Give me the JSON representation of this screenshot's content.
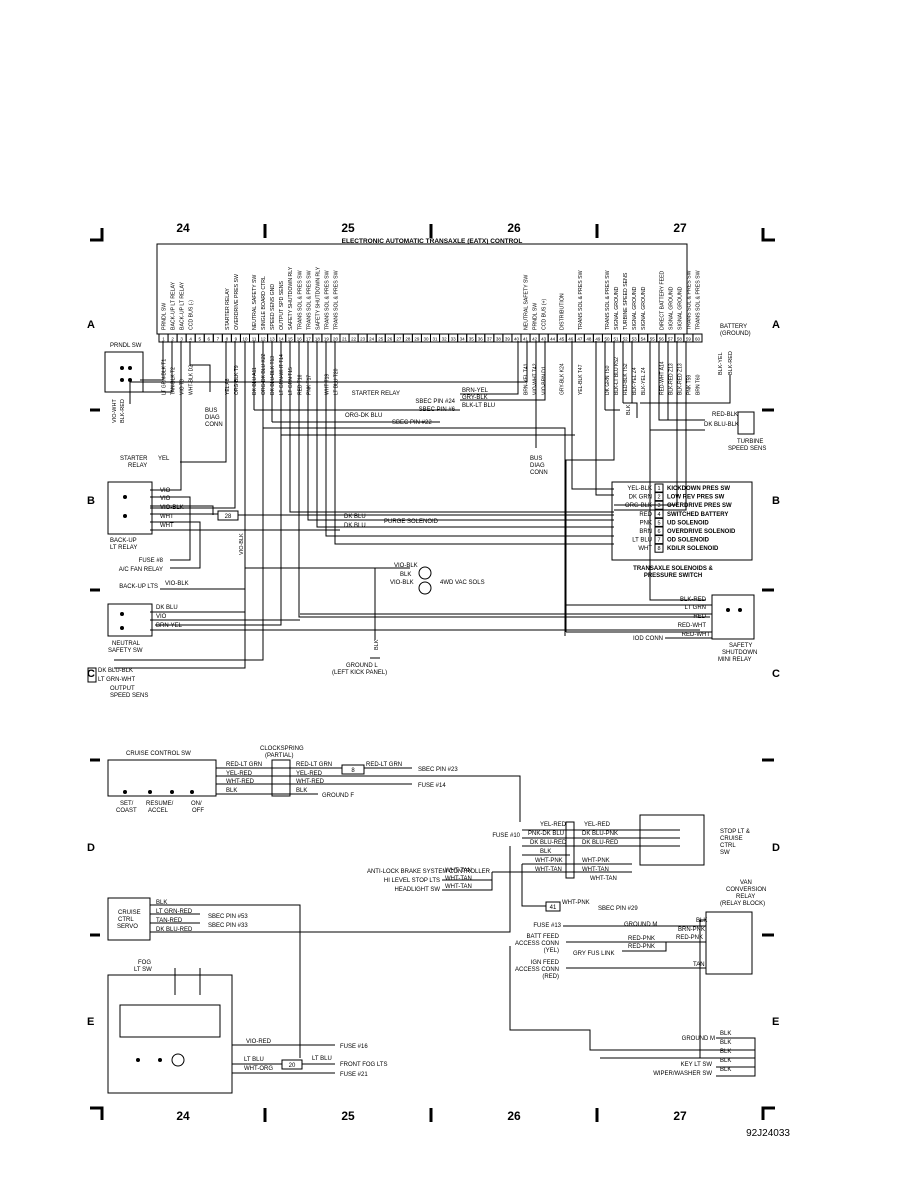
{
  "sheet": {
    "columns": [
      "24",
      "25",
      "26",
      "27"
    ],
    "rows": [
      "A",
      "B",
      "C",
      "D",
      "E"
    ],
    "figure_id": "92J24033"
  },
  "eatx": {
    "title": "ELECTRONIC AUTOMATIC TRANSAXLE (EATX) CONTROL",
    "pins": [
      "1",
      "2",
      "3",
      "4",
      "5",
      "6",
      "7",
      "8",
      "9",
      "10",
      "11",
      "12",
      "13",
      "14",
      "15",
      "16",
      "17",
      "18",
      "19",
      "20",
      "21",
      "22",
      "23",
      "24",
      "25",
      "26",
      "27",
      "28",
      "29",
      "30",
      "31",
      "32",
      "33",
      "34",
      "35",
      "36",
      "37",
      "38",
      "39",
      "40",
      "41",
      "42",
      "43",
      "44",
      "45",
      "46",
      "47",
      "48",
      "49",
      "50",
      "51",
      "52",
      "53",
      "54",
      "55",
      "56",
      "57",
      "58",
      "59",
      "60"
    ],
    "pin_labels": [
      {
        "pin": 1,
        "text": "PRNDL SW"
      },
      {
        "pin": 2,
        "text": "BACK-UP LT RELAY"
      },
      {
        "pin": 3,
        "text": "BACK-UP LT RELAY"
      },
      {
        "pin": 4,
        "text": "CCD BUS (-)"
      },
      {
        "pin": 8,
        "text": "STARTER RELAY"
      },
      {
        "pin": 9,
        "text": "OVERDRIVE PRES SW"
      },
      {
        "pin": 11,
        "text": "NEUTRAL SAFETY SW"
      },
      {
        "pin": 12,
        "text": "SINGLE BOARD CTRL"
      },
      {
        "pin": 13,
        "text": "SPEED SENS GND"
      },
      {
        "pin": 14,
        "text": "OUTPUT SPD SENS"
      },
      {
        "pin": 15,
        "text": "SAFETY SHUTDOWN RLY"
      },
      {
        "pin": 16,
        "text": "TRANS SOL & PRES SW"
      },
      {
        "pin": 17,
        "text": "TRANS SOL & PRES SW"
      },
      {
        "pin": 18,
        "text": "SAFETY SHUTDOWN RLY"
      },
      {
        "pin": 19,
        "text": "TRANS SOL & PRES SW"
      },
      {
        "pin": 20,
        "text": "TRANS SOL & PRES SW"
      },
      {
        "pin": 41,
        "text": "NEUTRAL SAFETY SW"
      },
      {
        "pin": 42,
        "text": "PRNDL SW"
      },
      {
        "pin": 43,
        "text": "CCD BUS (+)"
      },
      {
        "pin": 45,
        "text": "DISTRIBUTION"
      },
      {
        "pin": 47,
        "text": "TRANS SOL & PRES SW"
      },
      {
        "pin": 50,
        "text": "TRANS SOL & PRES SW"
      },
      {
        "pin": 51,
        "text": "SIGNAL GROUND"
      },
      {
        "pin": 52,
        "text": "TURBINE SPEED SENS"
      },
      {
        "pin": 53,
        "text": "SIGNAL GROUND"
      },
      {
        "pin": 54,
        "text": "SIGNAL GROUND"
      },
      {
        "pin": 56,
        "text": "DIRECT BATTERY FEED"
      },
      {
        "pin": 57,
        "text": "SIGNAL GROUND"
      },
      {
        "pin": 58,
        "text": "SIGNAL GROUND"
      },
      {
        "pin": 59,
        "text": "TRANS SOL & PRES SW"
      },
      {
        "pin": 60,
        "text": "TRANS SOL & PRES SW"
      }
    ],
    "wire_labels": [
      {
        "pin": 1,
        "text": "LT GRN-BLK T1"
      },
      {
        "pin": 2,
        "text": "TAN-BLK T2"
      },
      {
        "pin": 3,
        "text": "VIO T3"
      },
      {
        "pin": 4,
        "text": "WHT-BLK D2"
      },
      {
        "pin": 8,
        "text": "YEL A8"
      },
      {
        "pin": 9,
        "text": "ORG-BLK T9"
      },
      {
        "pin": 11,
        "text": "DK BLU A11"
      },
      {
        "pin": 12,
        "text": "ORG-DK BLU K22"
      },
      {
        "pin": 13,
        "text": "DK BLU-BLK T13"
      },
      {
        "pin": 14,
        "text": "LT GRN-WHT T14"
      },
      {
        "pin": 15,
        "text": "LT GRN T15"
      },
      {
        "pin": 16,
        "text": "RED T16"
      },
      {
        "pin": 17,
        "text": "PNK T17"
      },
      {
        "pin": 19,
        "text": "WHT T19"
      },
      {
        "pin": 20,
        "text": "LT BLU T20"
      },
      {
        "pin": 41,
        "text": "BRN-YEL T41"
      },
      {
        "pin": 42,
        "text": "VIO-WHT T42"
      },
      {
        "pin": 43,
        "text": "VIO-BRN D1"
      },
      {
        "pin": 45,
        "text": "GRY-BLK K24"
      },
      {
        "pin": 47,
        "text": "YEL-BLK T47"
      },
      {
        "pin": 50,
        "text": "DK GRN T50"
      },
      {
        "pin": 51,
        "text": "BLK-LT BLU K52"
      },
      {
        "pin": 52,
        "text": "RED-BLK T52"
      },
      {
        "pin": 53,
        "text": "BLK-YEL Z4"
      },
      {
        "pin": 54,
        "text": "BLK-YEL Z4"
      },
      {
        "pin": 56,
        "text": "RED-WHT A14"
      },
      {
        "pin": 57,
        "text": "BLK-RED Z13"
      },
      {
        "pin": 58,
        "text": "BLK-RED Z13"
      },
      {
        "pin": 59,
        "text": "PNK T59"
      },
      {
        "pin": 60,
        "text": "BRN T60"
      }
    ]
  },
  "labels": {
    "prndl_sw": "PRNDL SW",
    "vio_wht": "VIO-WHT",
    "blk_red": "BLK-RED",
    "bus_diag_conn": [
      "BUS",
      "DIAG",
      "CONN"
    ],
    "starter_relay_left": [
      "STARTER",
      "RELAY"
    ],
    "yel": "YEL",
    "starter_relay": "STARTER RELAY",
    "brn_yel": "BRN-YEL",
    "sbec_24": "SBEC PIN #24",
    "gry_blk": "GRY-BLK",
    "sbec_6": "SBEC PIN #6",
    "blk_lt_blu": "BLK-LT BLU",
    "org_dk_blu": "ORG-DK BLU",
    "sbec_22": "SBEC PIN #22",
    "battery": [
      "BATTERY",
      "(GROUND)"
    ],
    "blk_yel": "BLK-YEL",
    "blk": "BLK",
    "red_blk": "RED-BLK",
    "dk_blu_blk": "DK BLU-BLK",
    "turbine": [
      "TURBINE",
      "SPEED SENS"
    ],
    "backup_relay": [
      "BACK-UP",
      "LT RELAY"
    ],
    "vio": "VIO",
    "vio_blk": "VIO-BLK",
    "wht": "WHT",
    "splice_28": "28",
    "dk_blu": "DK BLU",
    "purge_solenoid": "PURGE SOLENOID",
    "fuse_8": "FUSE #8",
    "ac_fan_relay": "A/C FAN RELAY",
    "backup_lts": "BACK-UP LTS",
    "vio_blk_vert": "VIO-BLK",
    "fourwd_vac": "4WD VAC SOLS",
    "neutral_safety": [
      "NEUTRAL",
      "SAFETY SW"
    ],
    "dk_blu2": "DK BLU",
    "vio2": "VIO",
    "brn_yel2": "BRN-YEL",
    "ground_l": [
      "GROUND L",
      "(LEFT KICK PANEL)"
    ],
    "blk_vert": "BLK",
    "output_speed": [
      "OUTPUT",
      "SPEED SENS"
    ],
    "dk_blu_blk2": "DK BLU-BLK",
    "lt_grn_wht": "LT GRN-WHT",
    "trans_sol_title": [
      "TRANSAXLE SOLENOIDS &",
      "PRESSURE SWITCH"
    ],
    "sol_rows": [
      {
        "wire": "YEL-BLK",
        "num": "1",
        "name": "KICKDOWN PRES SW"
      },
      {
        "wire": "DK GRN",
        "num": "2",
        "name": "LOW REV PRES SW"
      },
      {
        "wire": "ORG-BLK",
        "num": "3",
        "name": "OVERDRIVE PRES SW"
      },
      {
        "wire": "RED",
        "num": "4",
        "name": "SWITCHED BATTERY"
      },
      {
        "wire": "PNK",
        "num": "5",
        "name": "UD SOLENOID"
      },
      {
        "wire": "BRN",
        "num": "6",
        "name": "OVERDRIVE SOLENOID"
      },
      {
        "wire": "LT BLU",
        "num": "7",
        "name": "OD SOLENOID"
      },
      {
        "wire": "WHT",
        "num": "8",
        "name": "KD/LR SOLENOID"
      }
    ],
    "relay_wires": [
      "BLK-RED",
      "LT GRN",
      "RED",
      "RED-WHT",
      "RED-WHT"
    ],
    "iod_conn": "IOD CONN",
    "safety_relay": [
      "SAFETY",
      "SHUTDOWN",
      "MINI RELAY"
    ],
    "cruise_control_sw": "CRUISE CONTROL SW",
    "clockspring": [
      "CLOCKSPRING",
      "(PARTIAL)"
    ],
    "red_lt_grn": "RED-LT GRN",
    "splice_8": "8",
    "sbec_23": "SBEC PIN #23",
    "yel_red": "YEL-RED",
    "wht_red": "WHT-RED",
    "fuse_14": "FUSE #14",
    "ground_f": "GROUND F",
    "set_coast": [
      "SET/",
      "COAST"
    ],
    "resume_accel": [
      "RESUME/",
      "ACCEL"
    ],
    "on_off": [
      "ON/",
      "OFF"
    ],
    "fuse_10": "FUSE #10",
    "pnk_dk_blu": "PNK-DK BLU",
    "dk_blu_red": "DK BLU-RED",
    "dk_blu_pnk": "DK BLU-PNK",
    "wht_pnk": "WHT-PNK",
    "wht_tan": "WHT-TAN",
    "stop_lt": [
      "STOP LT &",
      "CRUISE",
      "CTRL",
      "SW"
    ],
    "abs": "ANTI-LOCK BRAKE SYSTEM CONTROLLER",
    "hi_level": "HI LEVEL STOP LTS",
    "headlight": "HEADLIGHT SW",
    "van_relay": [
      "VAN",
      "CONVERSION",
      "RELAY",
      "(RELAY BLOCK)"
    ],
    "splice_41": "41",
    "sbec_29": "SBEC PIN #29",
    "cruise_servo": [
      "CRUISE",
      "CTRL",
      "SERVO"
    ],
    "lt_grn_red": "LT GRN-RED",
    "sbec_53": "SBEC PIN #53",
    "tan_red": "TAN-RED",
    "sbec_33": "SBEC PIN #33",
    "fuse_13": "FUSE #13",
    "ground_m": "GROUND M",
    "brn_pnk": "BRN-PNK",
    "red_pnk": "RED-PNK",
    "batt_feed": [
      "BATT FEED",
      "ACCESS CONN",
      "(YEL)"
    ],
    "gry_fus": "GRY FUS LINK",
    "ign_feed": [
      "IGN FEED",
      "ACCESS CONN",
      "(RED)"
    ],
    "tan": "TAN",
    "fog_sw": [
      "FOG",
      "LT SW"
    ],
    "vio_red": "VIO-RED",
    "fuse_16": "FUSE #16",
    "lt_blu": "LT BLU",
    "splice_20": "20",
    "front_fog": "FRONT FOG LTS",
    "wht_org": "WHT-ORG",
    "fuse_21": "FUSE #21",
    "ground_m2": "GROUND M",
    "key_lt": "KEY LT SW",
    "wiper": "WIPER/WASHER SW"
  }
}
